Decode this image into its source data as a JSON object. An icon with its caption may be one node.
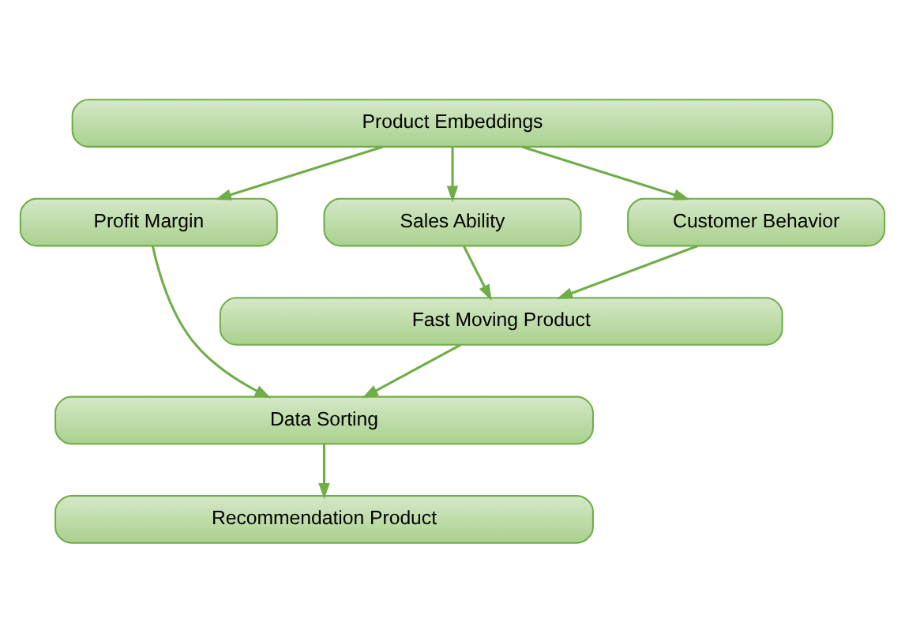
{
  "diagram": {
    "nodes": [
      {
        "text": [
          "Product Embeddings"
        ]
      },
      {
        "text": [
          "Profit Margin"
        ]
      },
      {
        "text": [
          "Sales Ability"
        ]
      },
      {
        "text": [
          "Customer Behavior"
        ]
      },
      {
        "text": [
          "Fast Moving Product"
        ]
      },
      {
        "text": [
          "Data Sorting"
        ]
      },
      {
        "text": [
          "Recommendation Product"
        ]
      }
    ],
    "edges": [
      {
        "from": 0,
        "to": 1,
        "arrow": "to"
      },
      {
        "from": 0,
        "to": 2,
        "arrow": "to"
      },
      {
        "from": 0,
        "to": 3,
        "arrow": "to"
      },
      {
        "from": 2,
        "to": 4,
        "arrow": "to"
      },
      {
        "from": 3,
        "to": 4,
        "arrow": "to"
      },
      {
        "from": 1,
        "to": 5,
        "arrow": "to"
      },
      {
        "from": 4,
        "to": 5,
        "arrow": "to"
      },
      {
        "from": 5,
        "to": 6,
        "arrow": "to"
      }
    ]
  }
}
